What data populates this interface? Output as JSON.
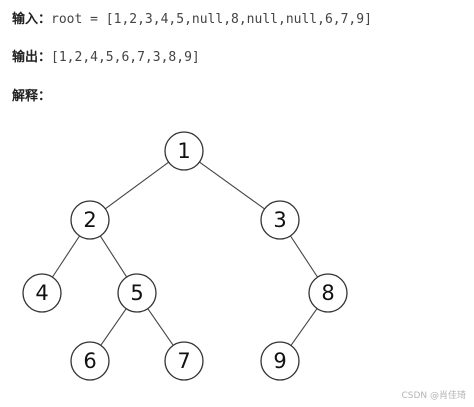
{
  "input": {
    "label": "输入：",
    "value": "root = [1,2,3,4,5,null,8,null,null,6,7,9]"
  },
  "output": {
    "label": "输出：",
    "value": "[1,2,4,5,6,7,3,8,9]"
  },
  "explanation": {
    "label": "解释："
  },
  "tree": {
    "nodes": [
      {
        "id": "n1",
        "value": "1"
      },
      {
        "id": "n2",
        "value": "2"
      },
      {
        "id": "n3",
        "value": "3"
      },
      {
        "id": "n4",
        "value": "4"
      },
      {
        "id": "n5",
        "value": "5"
      },
      {
        "id": "n8",
        "value": "8"
      },
      {
        "id": "n6",
        "value": "6"
      },
      {
        "id": "n7",
        "value": "7"
      },
      {
        "id": "n9",
        "value": "9"
      }
    ],
    "edges": [
      {
        "from": "n1",
        "to": "n2"
      },
      {
        "from": "n1",
        "to": "n3"
      },
      {
        "from": "n2",
        "to": "n4"
      },
      {
        "from": "n2",
        "to": "n5"
      },
      {
        "from": "n3",
        "to": "n8"
      },
      {
        "from": "n5",
        "to": "n6"
      },
      {
        "from": "n5",
        "to": "n7"
      },
      {
        "from": "n8",
        "to": "n9"
      }
    ]
  },
  "watermark": "CSDN @肖佳琦"
}
